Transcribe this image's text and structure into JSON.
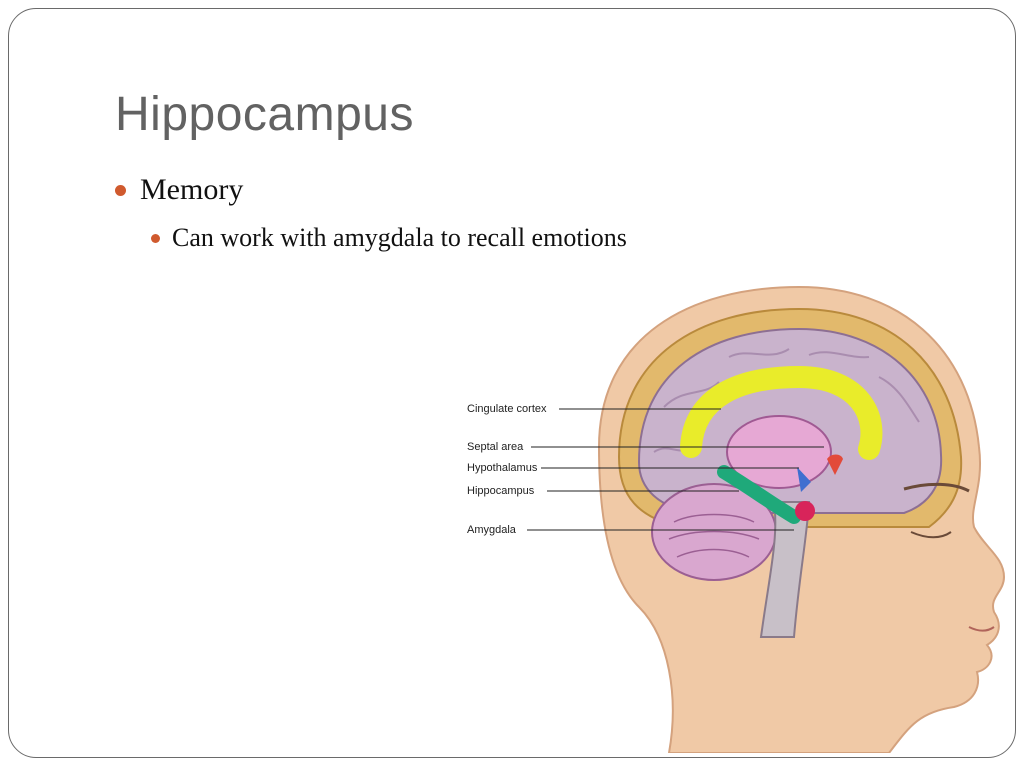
{
  "slide": {
    "title": "Hippocampus",
    "bullets": [
      {
        "text": "Memory",
        "level": 1
      },
      {
        "text": "Can work with amygdala to recall emotions",
        "level": 2
      }
    ]
  },
  "figure": {
    "labels": {
      "cingulate": "Cingulate cortex",
      "septal": "Septal area",
      "hypothalamus": "Hypothalamus",
      "hippocampus": "Hippocampus",
      "amygdala": "Amygdala"
    },
    "colors": {
      "cingulate": "#e9ec2a",
      "hippocampus": "#1fa97a",
      "amygdala": "#d8245a",
      "septal": "#e24a3a",
      "hypothalamus": "#3f6fd0",
      "skin": "#f0c9a6",
      "skull": "#e2b96c",
      "brain": "#c9b3cc"
    }
  },
  "theme": {
    "accent": "#d05a2e",
    "title_color": "#626262"
  }
}
